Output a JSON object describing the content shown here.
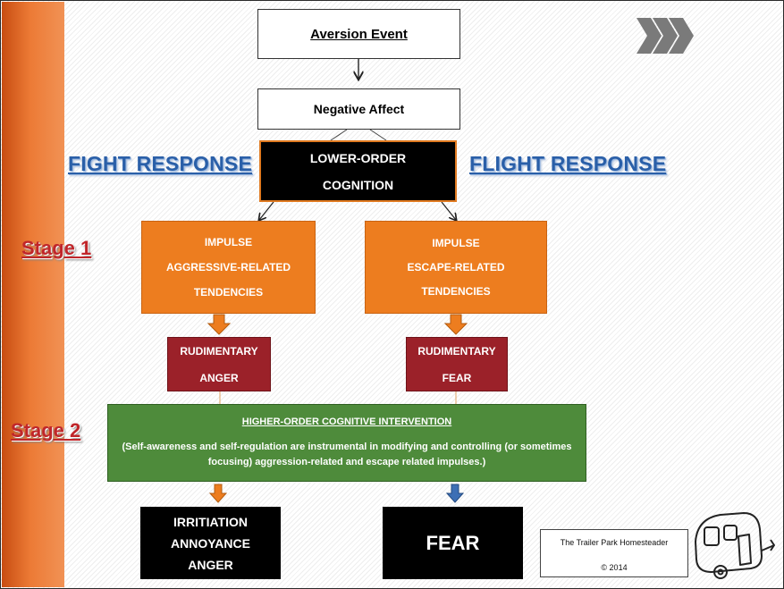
{
  "aversion": "Aversion Event",
  "negative_affect": "Negative Affect",
  "lower_order": {
    "line1": "LOWER-ORDER",
    "line2": "COGNITION"
  },
  "fight_title": "FIGHT RESPONSE",
  "flight_title": "FLIGHT RESPONSE",
  "stage1": "Stage 1",
  "stage2": "Stage 2",
  "impulse_left": {
    "line1": "IMPULSE",
    "line2": "AGGRESSIVE-RELATED",
    "line3": "TENDENCIES"
  },
  "impulse_right": {
    "line1": "IMPULSE",
    "line2": "ESCAPE-RELATED",
    "line3": "TENDENCIES"
  },
  "rudimentary_left": {
    "line1": "RUDIMENTARY",
    "line2": "ANGER"
  },
  "rudimentary_right": {
    "line1": "RUDIMENTARY",
    "line2": "FEAR"
  },
  "higher_order": {
    "title": "HIGHER-ORDER COGNITIVE INTERVENTION",
    "body": "(Self-awareness and self-regulation are instrumental in modifying and controlling (or sometimes focusing) aggression-related and escape related impulses.)"
  },
  "outcome_left": {
    "line1": "IRRITIATION",
    "line2": "ANNOYANCE",
    "line3": "ANGER"
  },
  "outcome_right": "FEAR",
  "credit": {
    "name": "The Trailer Park Homesteader",
    "year": "© 2014"
  },
  "colors": {
    "orange": "#ed7d1f",
    "red": "#9b2129",
    "green": "#4e8b3b",
    "blue": "#2a5fa8",
    "arrow_blue": "#3d6fb5"
  },
  "icons": [
    "chevron-right-icon",
    "trailer-icon"
  ]
}
